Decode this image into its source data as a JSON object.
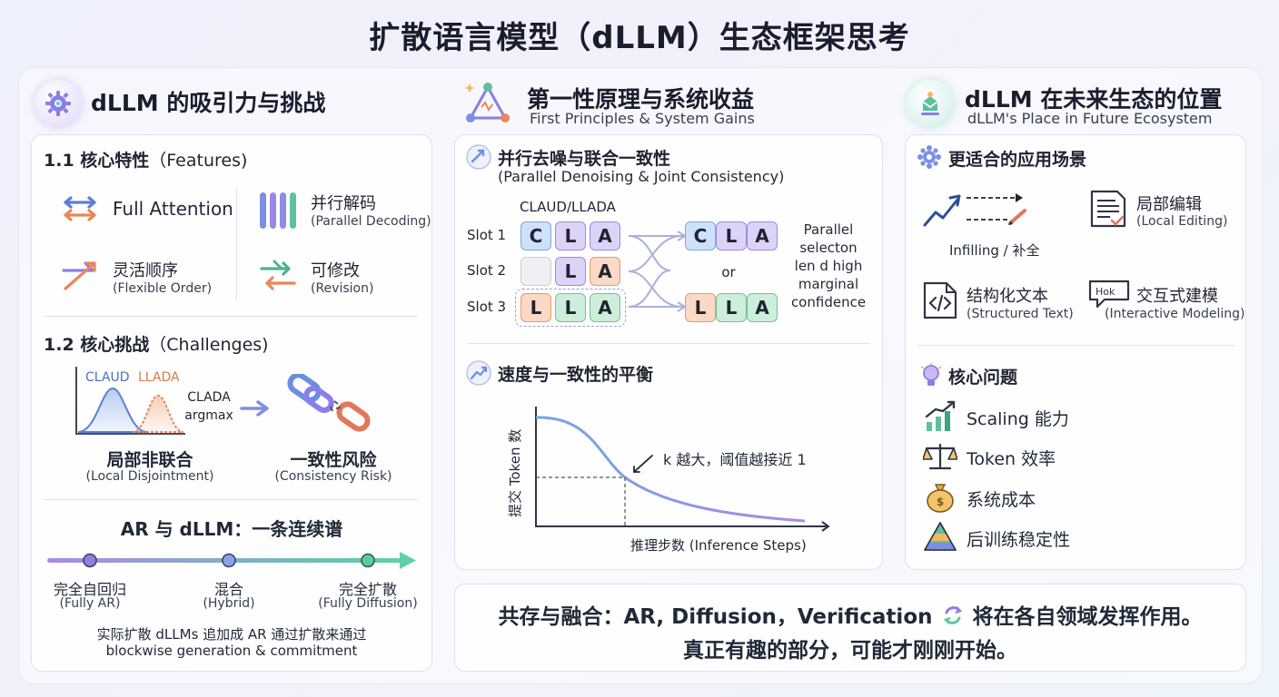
{
  "title": "扩散语言模型（dLLM）生态框架思考",
  "left": {
    "heading": "dLLM 的吸引力与挑战",
    "features": {
      "title_zh": "1.1 核心特性",
      "title_en": "（Features)",
      "full_attention": "Full Attention",
      "parallel_zh": "并行解码",
      "parallel_en": "(Parallel Decoding)",
      "flexible_zh": "灵活顺序",
      "flexible_en": "(Flexible Order)",
      "revision_zh": "可修改",
      "revision_en": "(Revision)"
    },
    "challenges": {
      "title_zh": "1.2 核心挑战",
      "title_en": "（Challenges)",
      "curve1": "CLAUD",
      "curve2": "LLADA",
      "argmax_1": "CLADA",
      "argmax_2": "argmax",
      "local_zh": "局部非联合",
      "local_en": "(Local Disjointment)",
      "risk_zh": "一致性风险",
      "risk_en": "(Consistency Risk)"
    },
    "spectrum": {
      "title": "AR 与 dLLM：一条连续谱",
      "points": [
        {
          "zh": "完全自回归",
          "en": "(Fully AR)"
        },
        {
          "zh": "混合",
          "en": "(Hybrid)"
        },
        {
          "zh": "完全扩散",
          "en": "(Fully Diffusion)"
        }
      ],
      "note_1": "实际扩散 dLLMs 追加成 AR 通过扩散来通过",
      "note_2": "blockwise generation & commitment"
    }
  },
  "middle": {
    "heading": "第一性原理与系统收益",
    "sub": "First Principles & System Gains",
    "parallel": {
      "title_zh": "并行去噪与联合一致性",
      "title_en": "(Parallel Denoising & Joint Consistency)",
      "header": "CLAUD/LLADA",
      "slots": [
        "Slot 1",
        "Slot 2",
        "Slot 3"
      ],
      "rows": [
        [
          "C",
          "L",
          "A"
        ],
        [
          "",
          "L",
          "A"
        ],
        [
          "L",
          "L",
          "A"
        ]
      ],
      "out1": [
        "C",
        "L",
        "A"
      ],
      "out2": [
        "L",
        "L",
        "A"
      ],
      "or": "or",
      "note": [
        "Parallel",
        "selecton",
        "len d high",
        "marginal",
        "confidence"
      ]
    },
    "tradeoff": {
      "title": "速度与一致性的平衡",
      "ylabel": "提交 Token 数",
      "xlabel": "推理步数 (Inference Steps)",
      "annotation": "k 越大，阈值越接近 1"
    },
    "footer_1a": "共存与融合：AR, Diffusion，Verification",
    "footer_1b": "将在各自领域发挥作用。",
    "footer_2": "真正有趣的部分，可能才刚刚开始。"
  },
  "right": {
    "heading": "dLLM 在未来生态的位置",
    "sub": "dLLM's Place in Future Ecosystem",
    "scenarios": {
      "title": "更适合的应用场景",
      "infilling": "Infilling / 补全",
      "local_zh": "局部编辑",
      "local_en": "(Local Editing)",
      "struct_zh": "结构化文本",
      "struct_en": "(Structured Text)",
      "inter_zh": "交互式建模",
      "inter_en": "(Interactive Modeling)",
      "chat_text": "Hok"
    },
    "issues": {
      "title": "核心问题",
      "items": [
        "Scaling 能力",
        "Token 效率",
        "系统成本",
        "后训练稳定性"
      ]
    }
  }
}
